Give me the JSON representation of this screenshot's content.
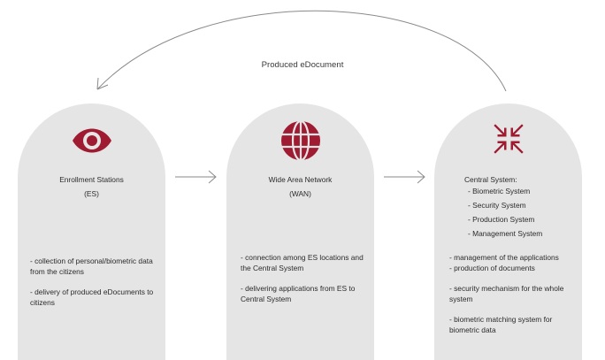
{
  "flow_label": "Produced eDocument",
  "colors": {
    "accent": "#9e1b32",
    "card": "#e6e5e5",
    "arrow": "#8a8a8a"
  },
  "cards": [
    {
      "icon": "eye-icon",
      "title_lines": [
        "Enrollment Stations",
        "(ES)"
      ],
      "items": [
        "- collection of personal/biometric data from the citizens",
        "- delivery of produced eDocuments to citizens"
      ]
    },
    {
      "icon": "globe-icon",
      "title_lines": [
        "Wide Area Network",
        "(WAN)"
      ],
      "items": [
        "- connection among ES locations and the Central System",
        "- delivering applications from ES to Central System"
      ]
    },
    {
      "icon": "compress-arrows-icon",
      "title_lines": [
        "Central System:"
      ],
      "subsystems": [
        "- Biometric System",
        "- Security  System",
        "- Production System",
        "- Management System"
      ],
      "items": [
        "- management of the applications\n- production of documents",
        "- security mechanism for the whole system",
        "- biometric matching system for biometric data"
      ]
    }
  ]
}
